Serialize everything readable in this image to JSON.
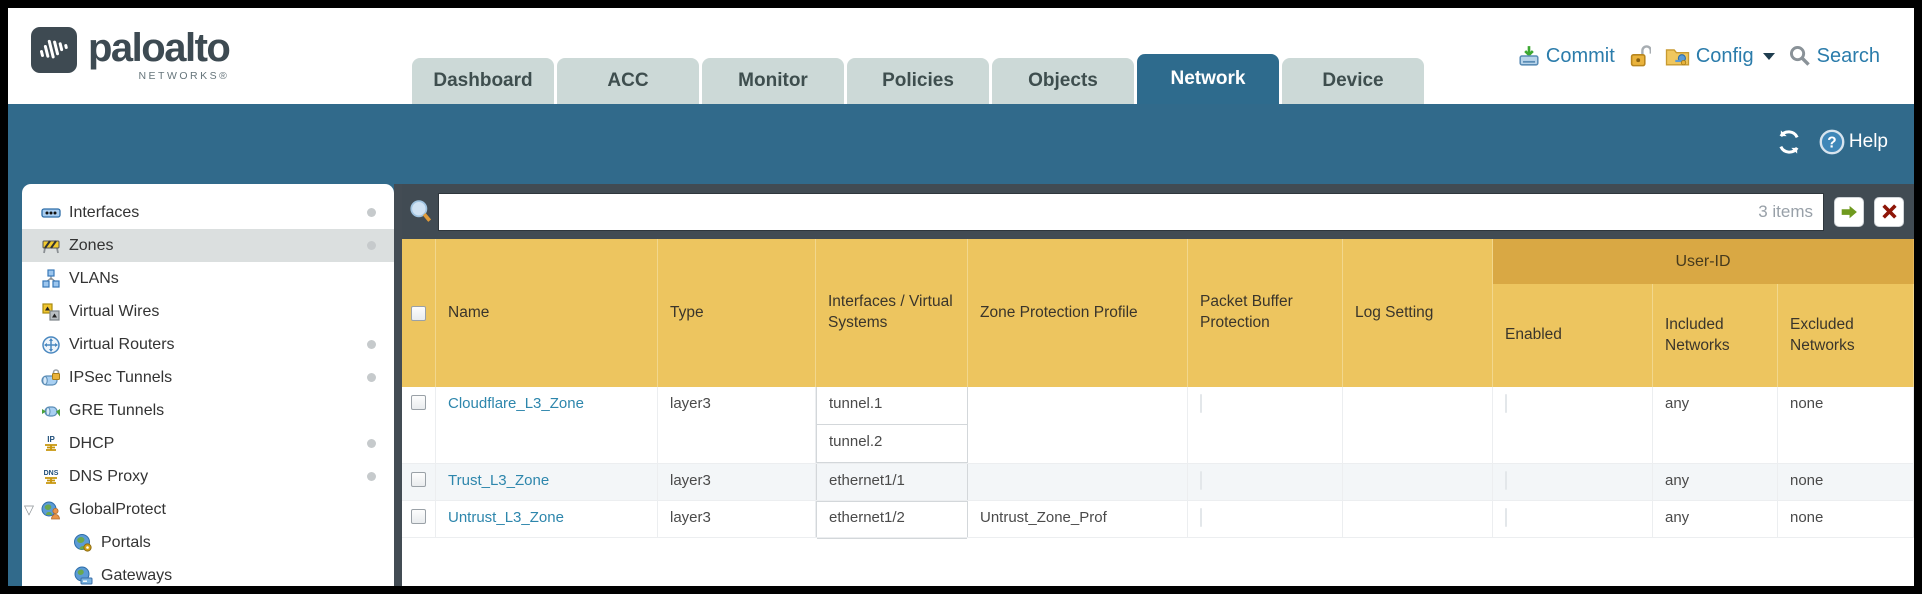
{
  "brand": {
    "word": "paloalto",
    "sub": "NETWORKS®"
  },
  "nav": {
    "tabs": [
      {
        "label": "Dashboard",
        "active": false
      },
      {
        "label": "ACC",
        "active": false
      },
      {
        "label": "Monitor",
        "active": false
      },
      {
        "label": "Policies",
        "active": false
      },
      {
        "label": "Objects",
        "active": false
      },
      {
        "label": "Network",
        "active": true
      },
      {
        "label": "Device",
        "active": false
      }
    ]
  },
  "header_actions": {
    "commit": "Commit",
    "config": "Config",
    "search": "Search"
  },
  "band": {
    "help": "Help"
  },
  "filter": {
    "value": "",
    "count": "3 items"
  },
  "sidebar": {
    "items": [
      {
        "label": "Interfaces",
        "dot": true
      },
      {
        "label": "Zones",
        "dot": true,
        "selected": true
      },
      {
        "label": "VLANs"
      },
      {
        "label": "Virtual Wires"
      },
      {
        "label": "Virtual Routers",
        "dot": true
      },
      {
        "label": "IPSec Tunnels",
        "dot": true
      },
      {
        "label": "GRE Tunnels"
      },
      {
        "label": "DHCP",
        "dot": true
      },
      {
        "label": "DNS Proxy",
        "dot": true
      },
      {
        "label": "GlobalProtect",
        "expanded": true
      },
      {
        "label": "Portals",
        "child": true
      },
      {
        "label": "Gateways",
        "child": true
      }
    ]
  },
  "table": {
    "group_header": "User-ID",
    "columns": [
      "Name",
      "Type",
      "Interfaces / Virtual Systems",
      "Zone Protection Profile",
      "Packet Buffer Protection",
      "Log Setting",
      "Enabled",
      "Included Networks",
      "Excluded Networks"
    ],
    "rows": [
      {
        "name": "Cloudflare_L3_Zone",
        "type": "layer3",
        "interfaces": [
          "tunnel.1",
          "tunnel.2"
        ],
        "zone_protection_profile": "",
        "log_setting": "",
        "included_networks": "any",
        "excluded_networks": "none"
      },
      {
        "name": "Trust_L3_Zone",
        "type": "layer3",
        "interfaces": [
          "ethernet1/1"
        ],
        "zone_protection_profile": "",
        "log_setting": "",
        "included_networks": "any",
        "excluded_networks": "none"
      },
      {
        "name": "Untrust_L3_Zone",
        "type": "layer3",
        "interfaces": [
          "ethernet1/2"
        ],
        "zone_protection_profile": "Untrust_Zone_Prof",
        "log_setting": "",
        "included_networks": "any",
        "excluded_networks": "none"
      }
    ]
  },
  "colors": {
    "teal": "#316a8b",
    "amber_header": "#edc55f",
    "amber_group": "#d9a844",
    "toolbar_dark": "#414b53",
    "link_blue": "#2d86ac",
    "action_blue": "#2b7cab"
  }
}
